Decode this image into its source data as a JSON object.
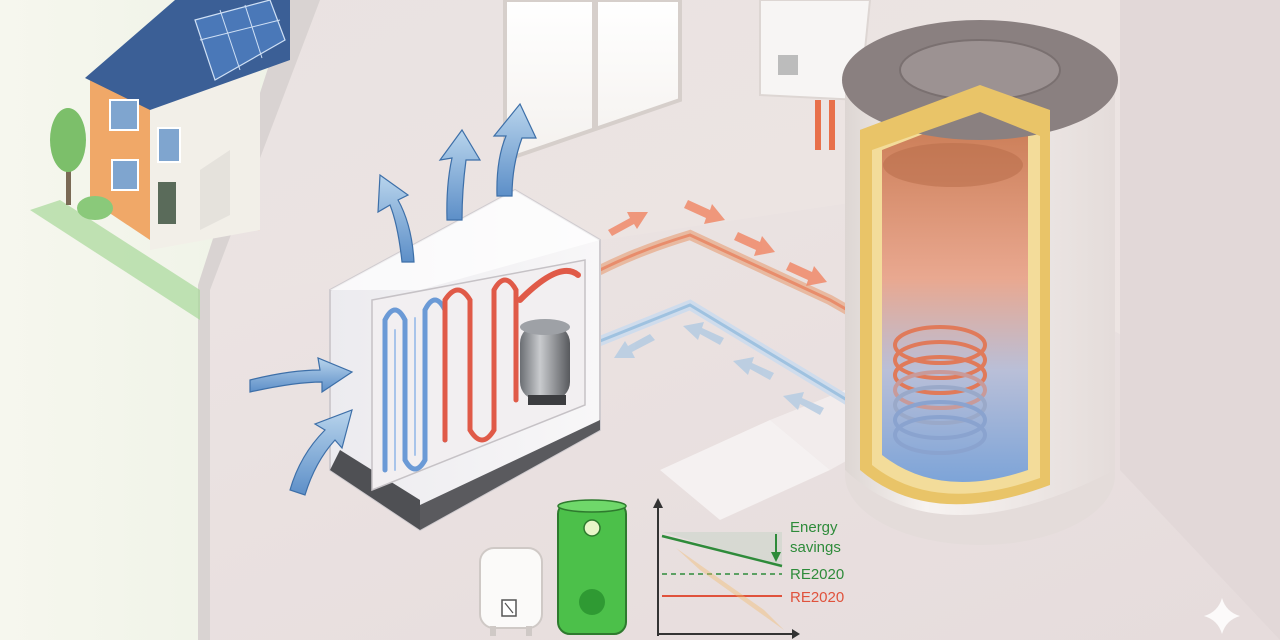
{
  "chart": {
    "annotation_line1": "Energy",
    "annotation_line2": "savings",
    "upper_label": "RE2020",
    "lower_label": "RE2020"
  },
  "colors": {
    "savings_green": "#2e8b3a",
    "reference_red": "#e0523c",
    "hot_pipe": "#e8704a",
    "cold_pipe": "#7fb0d8",
    "tank_body": "#f5f1ee",
    "tank_lid": "#8a8080",
    "insulation": "#e8c45a",
    "heat_pump_coil_hot": "#e55a45",
    "heat_pump_coil_cold": "#5a8fd0",
    "boiler_green": "#4cc04a"
  },
  "icons": [
    "house-with-solar-panels-icon",
    "tree-icon",
    "airflow-arrow-icon",
    "compressor-icon",
    "electric-water-heater-icon",
    "green-thermodynamic-tank-icon",
    "sparkle-icon"
  ]
}
